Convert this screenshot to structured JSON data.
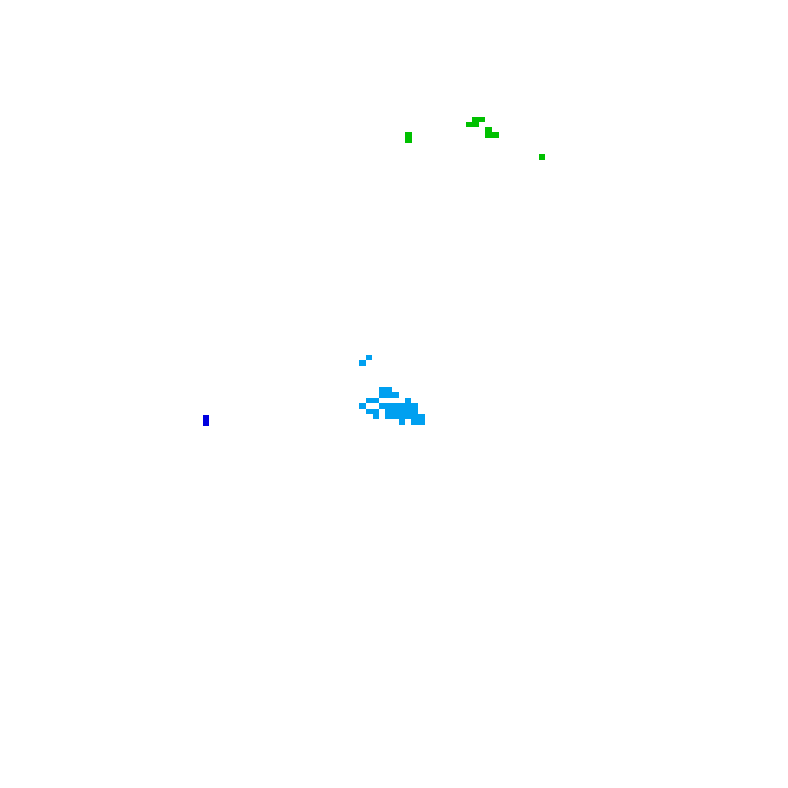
{
  "colors": {
    "background": "#ffffff",
    "green": "#00c000",
    "light_blue": "#00a0f0",
    "dark_blue": "#0000e0"
  },
  "regions": [
    {
      "name": "green-cluster",
      "color": "green"
    },
    {
      "name": "light-blue-cluster",
      "color": "light_blue"
    },
    {
      "name": "dark-blue-mark",
      "color": "dark_blue"
    }
  ]
}
